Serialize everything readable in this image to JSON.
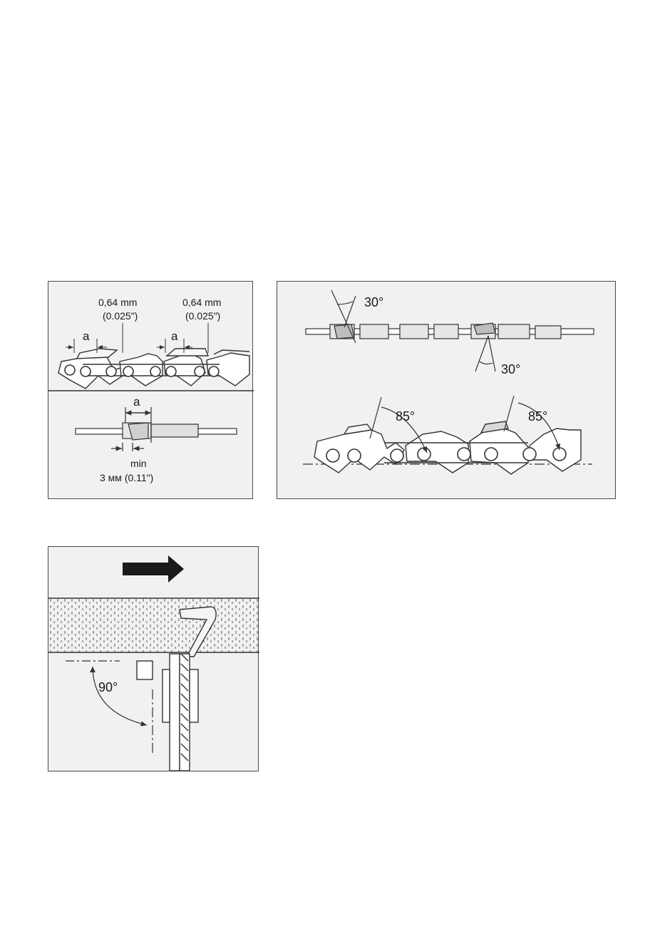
{
  "figure1": {
    "depth_left": "0,64 mm",
    "depth_left_in": "(0.025\")",
    "depth_right": "0,64 mm",
    "depth_right_in": "(0.025\")",
    "gap_a_left": "a",
    "gap_a_right": "a",
    "gap_a_lower": "a",
    "min_label": "min",
    "min_value": "3 мм (0.11\")"
  },
  "figure2": {
    "top_angle": "30°",
    "bottom_angle": "30°",
    "side_angle_left": "85°",
    "side_angle_right": "85°"
  },
  "figure3": {
    "right_angle": "90°"
  },
  "colors": {
    "panel_bg": "#f1f1f1",
    "line": "#333333",
    "arrow": "#1a1a1a"
  }
}
